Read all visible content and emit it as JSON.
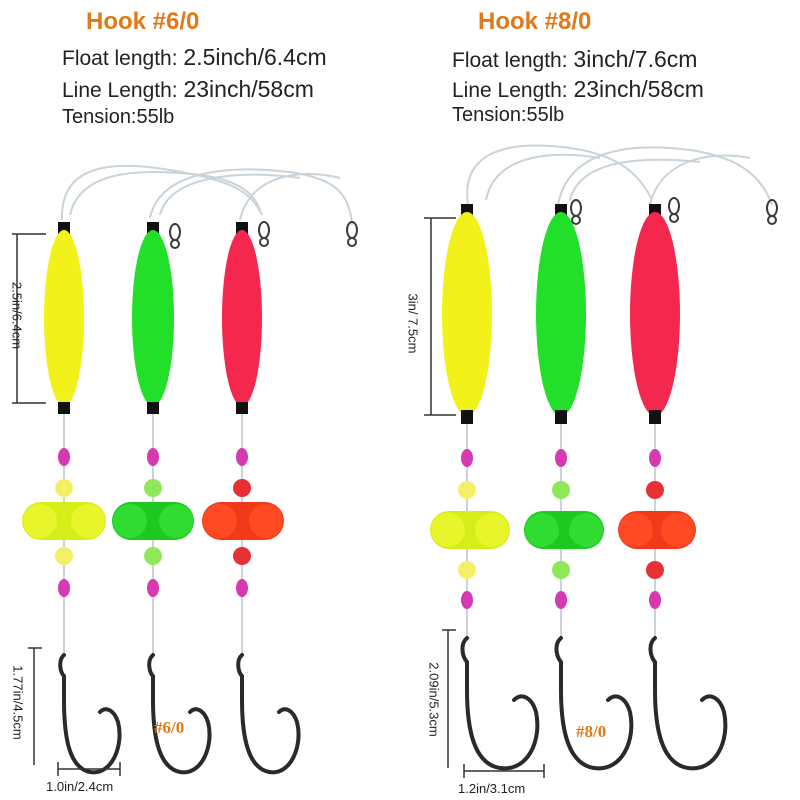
{
  "products": [
    {
      "title": "Hook #6/0",
      "float_length_label": "Float length:",
      "float_length_value": "2.5inch/6.4cm",
      "line_length_label": "Line Length:",
      "line_length_value": "23inch/58cm",
      "tension": "Tension:55lb",
      "float_dim": "2.5in/6.4cm",
      "hook_height_dim": "1.77in/4.5cm",
      "hook_width_dim": "1.0in/2.4cm",
      "size_mark": "#6/0"
    },
    {
      "title": "Hook #8/0",
      "float_length_label": "Float length:",
      "float_length_value": "3inch/7.6cm",
      "line_length_label": "Line Length:",
      "line_length_value": "23inch/58cm",
      "tension": "Tension:55lb",
      "float_dim": "3in/ 7.5cm",
      "hook_height_dim": "2.09in/5.3cm",
      "hook_width_dim": "1.2in/3.1cm",
      "size_mark": "#8/0"
    }
  ],
  "colors": {
    "title_orange": "#e07a18",
    "float_yellow": "#f2f21a",
    "float_green": "#22e02a",
    "float_red": "#f4284e",
    "bead_pink": "#d63ab0",
    "hook_dark": "#2a2a2a"
  }
}
